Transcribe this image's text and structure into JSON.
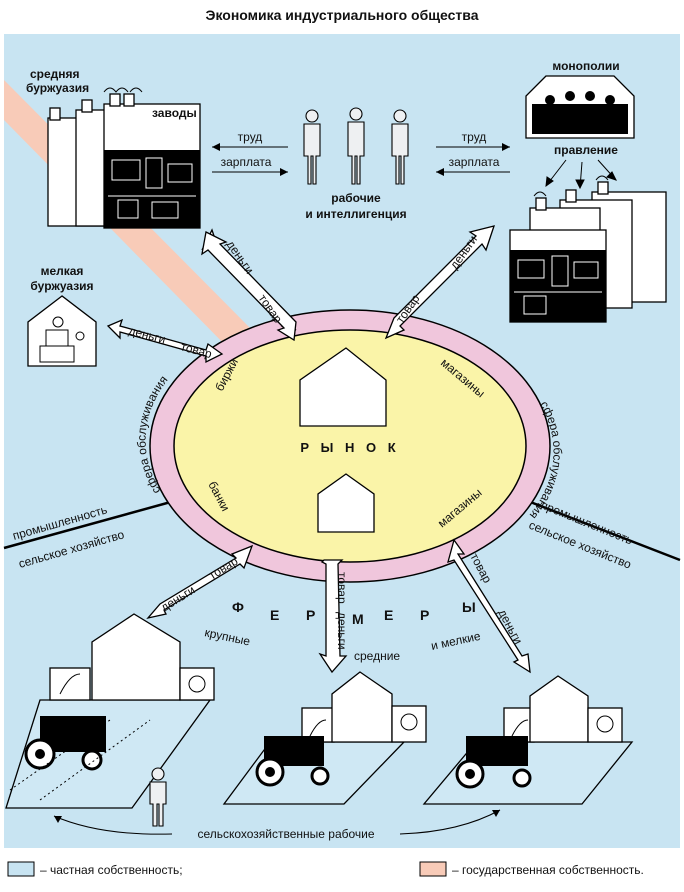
{
  "title": "Экономика индустриального общества",
  "labels": {
    "middle_bourgeoisie": [
      "средняя",
      "буржуазия"
    ],
    "factories": "заводы",
    "labor": "труд",
    "wage": "зарплата",
    "workers": [
      "рабочие",
      "и интеллигенция"
    ],
    "monopolies": "монополии",
    "board": "правление",
    "petty_bourgeoisie": [
      "мелкая",
      "буржуазия"
    ],
    "money": "деньги",
    "goods": "товар",
    "market": "Р Ы Н О К",
    "exchanges": "биржи",
    "banks": "банки",
    "shops": "магазины",
    "services": "сфера обслуживания",
    "industry": "промышленность",
    "agriculture": "сельское хозяйство",
    "farmers": [
      "Ф",
      "Е",
      "Р",
      "М",
      "Е",
      "Р",
      "Ы"
    ],
    "large": "крупные",
    "medium": "средние",
    "small": "и мелкие",
    "farm_workers": "сельскохозяйственные рабочие"
  },
  "legend": {
    "private": "– частная собственность;",
    "state": "– государственная собственность."
  },
  "colors": {
    "private": "#c8e4f2",
    "state": "#f8cbb8",
    "ring": "#f0c6dc",
    "market": "#faf4a8"
  }
}
